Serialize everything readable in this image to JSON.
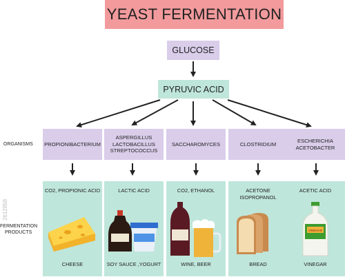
{
  "title": "YEAST FERMENTATION",
  "glucose": "GLUCOSE",
  "pyruvic": "PYRUVIC ACID",
  "row_labels": {
    "organisms": "ORGANISMS",
    "products_line1": "FERMENTATION",
    "products_line2": "PRODUCTS"
  },
  "columns": [
    {
      "organism": "PROPIONIBACTERIUM",
      "product": "CO2, PROPIONIC ACID",
      "food": "CHEESE",
      "icon": "cheese-icon"
    },
    {
      "organism": "ASPERGILLUS\nLACTOBACILLUS\nSTREPTOCOCCUS",
      "product": "LACTIC ACID",
      "food": "SOY SAUCE ,YOGURT",
      "icon": "soy-sauce-yogurt-icon"
    },
    {
      "organism": "SACCHAROMYCES",
      "product": "CO2, ETHANOL",
      "food": "WINE, BEER",
      "icon": "wine-beer-icon"
    },
    {
      "organism": "CLOSTRIDIUM",
      "product": "ACETONE\nISOPROPANOL",
      "food": "BREAD",
      "icon": "bread-icon"
    },
    {
      "organism": "ESCHERICHIA\nACETOBACTER",
      "product": "ACETIC ACID",
      "food": "VINEGAR",
      "icon": "vinegar-icon",
      "bottle_label": "VINEGAR"
    }
  ],
  "watermark_id": "2612858",
  "colors": {
    "title_bg": "#f29a9c",
    "organism_bg": "#d9cdea",
    "product_bg": "#bfe6da"
  }
}
